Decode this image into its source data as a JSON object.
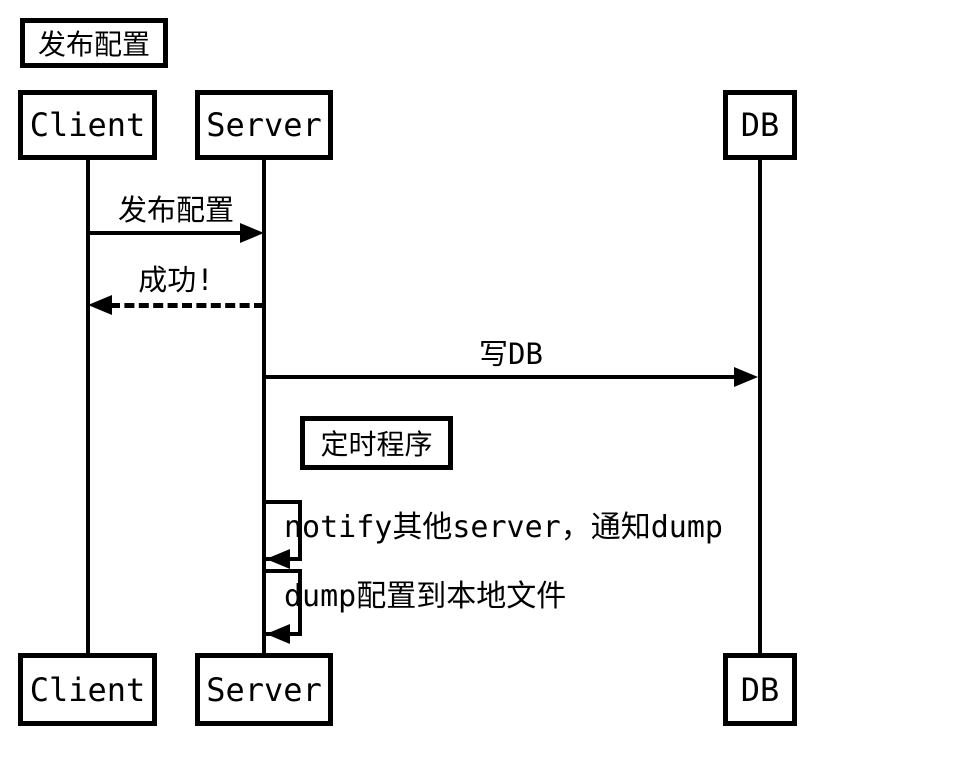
{
  "diagram": {
    "title": "发布配置",
    "colors": {
      "stroke": "#000000",
      "background": "#ffffff"
    },
    "participants": [
      {
        "id": "client",
        "name": "Client"
      },
      {
        "id": "server",
        "name": "Server"
      },
      {
        "id": "db",
        "name": "DB"
      }
    ],
    "messages": [
      {
        "from": "Client",
        "to": "Server",
        "label": "发布配置",
        "line": "solid",
        "self": false
      },
      {
        "from": "Server",
        "to": "Client",
        "label": "成功!",
        "line": "dashed",
        "self": false
      },
      {
        "from": "Server",
        "to": "DB",
        "label": "写DB",
        "line": "solid",
        "self": false
      },
      {
        "from": "Server",
        "to": "Server",
        "label": "notify其他server，通知dump",
        "line": "solid",
        "self": true
      },
      {
        "from": "Server",
        "to": "Server",
        "label": "dump配置到本地文件",
        "line": "solid",
        "self": true
      }
    ],
    "note": {
      "label": "定时程序",
      "anchor": "Server"
    }
  }
}
